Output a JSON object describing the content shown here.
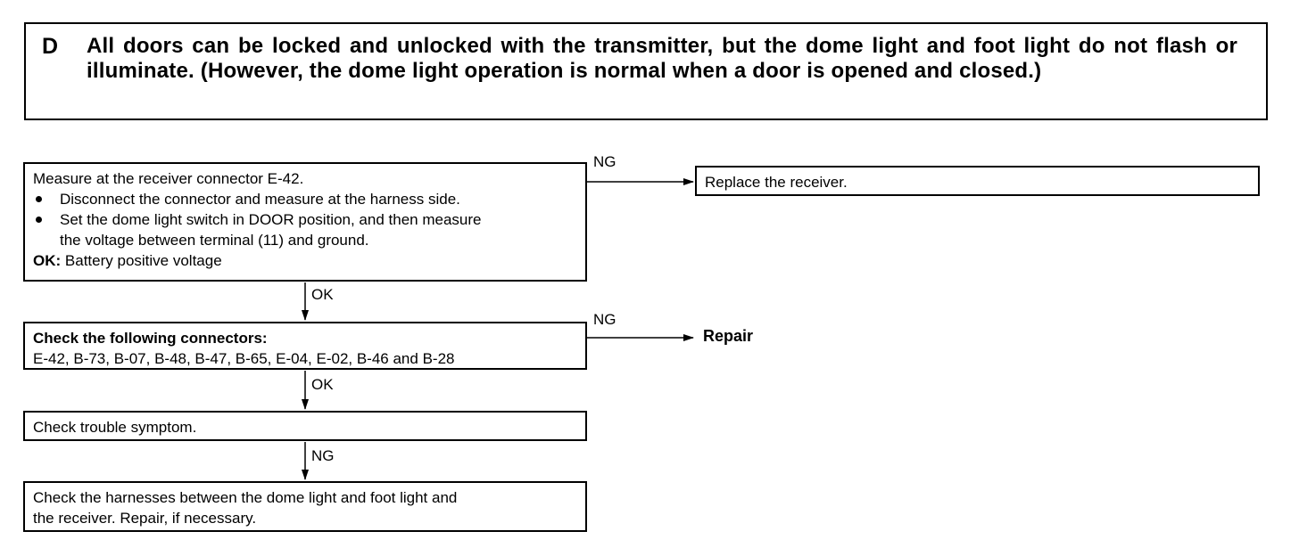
{
  "header": {
    "letter": "D",
    "text": "All doors can be locked and unlocked with the transmitter, but the dome light and foot light do not flash or illuminate. (However, the dome light operation is normal when a door is opened and closed.)"
  },
  "steps": {
    "measure": {
      "line1": "Measure at the receiver connector E-42.",
      "bullet1": "Disconnect the connector and measure at the harness side.",
      "bullet2_line1": "Set the dome light switch in DOOR position, and then measure",
      "bullet2_line2": "the voltage between terminal (11) and ground.",
      "ok_label": "OK:",
      "ok_value": "Battery positive voltage"
    },
    "connectors": {
      "title": "Check the following connectors:",
      "list": "E-42, B-73, B-07, B-48, B-47, B-65, E-04, E-02, B-46 and B-28"
    },
    "symptom": {
      "text": "Check trouble symptom."
    },
    "harness": {
      "line1": "Check the harnesses between the dome light and foot light and",
      "line2": "the receiver. Repair, if necessary."
    }
  },
  "results": {
    "replace_receiver": "Replace the receiver.",
    "repair": "Repair"
  },
  "labels": {
    "ng1": "NG",
    "ok1": "OK",
    "ng2": "NG",
    "ok2": "OK",
    "ng3": "NG"
  }
}
